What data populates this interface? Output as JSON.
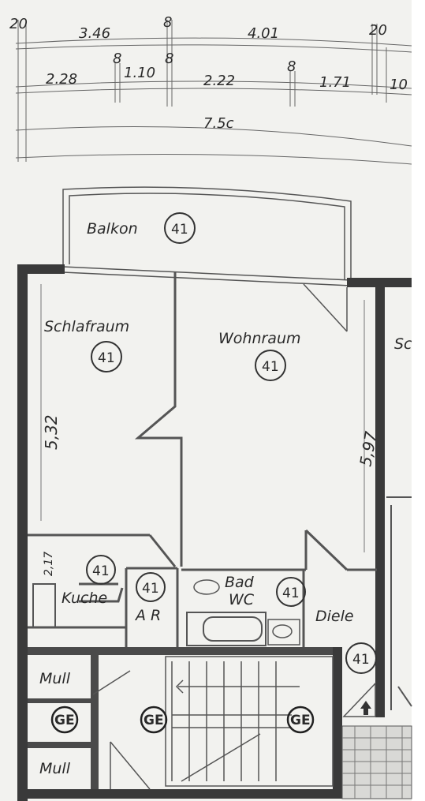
{
  "dimensions": {
    "top_row": [
      "20",
      "3.46",
      "8",
      "4.01",
      "20"
    ],
    "second_row": [
      "2.28",
      "8",
      "1.10",
      "8",
      "2.22",
      "8",
      "1.71",
      "10"
    ],
    "total": "7.5c",
    "schlafraum_height": "5,32",
    "wohnraum_height": "5,97",
    "kitchen_height": "2,17"
  },
  "rooms": {
    "balkon": "Balkon",
    "schlafraum": "Schlafraum",
    "wohnraum": "Wohnraum",
    "neighbor": "Sc",
    "kuche": "Kuche",
    "ar": "A R",
    "bad": "Bad",
    "wc": "WC",
    "diele": "Diele",
    "mull_top": "Mull",
    "mull_bottom": "Mull"
  },
  "unit_number": "41",
  "common_label": "GE",
  "colors": {
    "paper": "#f2f2ef",
    "ink": "#3a3a3a",
    "line": "#555555"
  }
}
